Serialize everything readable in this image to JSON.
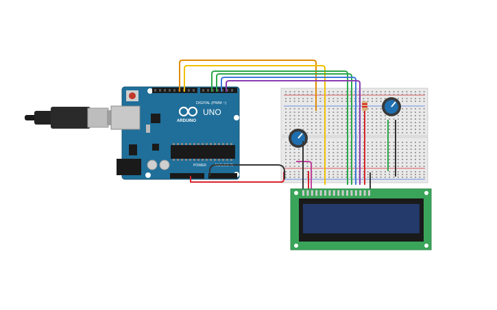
{
  "arduino": {
    "logo_text": "ARDUINO",
    "model": "UNO",
    "digital_header": "DIGITAL (PWM ~)",
    "power_label": "POWER",
    "analog_label": "ANALOG IN"
  },
  "lcd": {
    "pin_count": 16
  },
  "potentiometers": [
    {
      "id": "pot-breadboard-left"
    },
    {
      "id": "pot-breadboard-right"
    }
  ],
  "colors": {
    "board_blue": "#1f6f9a",
    "breadboard": "#e9e9e9",
    "lcd_pcb": "#3aa55a",
    "lcd_screen": "#233a6a",
    "wire_orange": "#e08a00",
    "wire_yellow": "#f0c000",
    "wire_green": "#2aa84a",
    "wire_blue": "#3a7ad8",
    "wire_cyan": "#2ab0c8",
    "wire_purple": "#8a3ab0",
    "wire_red": "#d8222a",
    "wire_black": "#333333",
    "wire_magenta": "#c0409a"
  }
}
